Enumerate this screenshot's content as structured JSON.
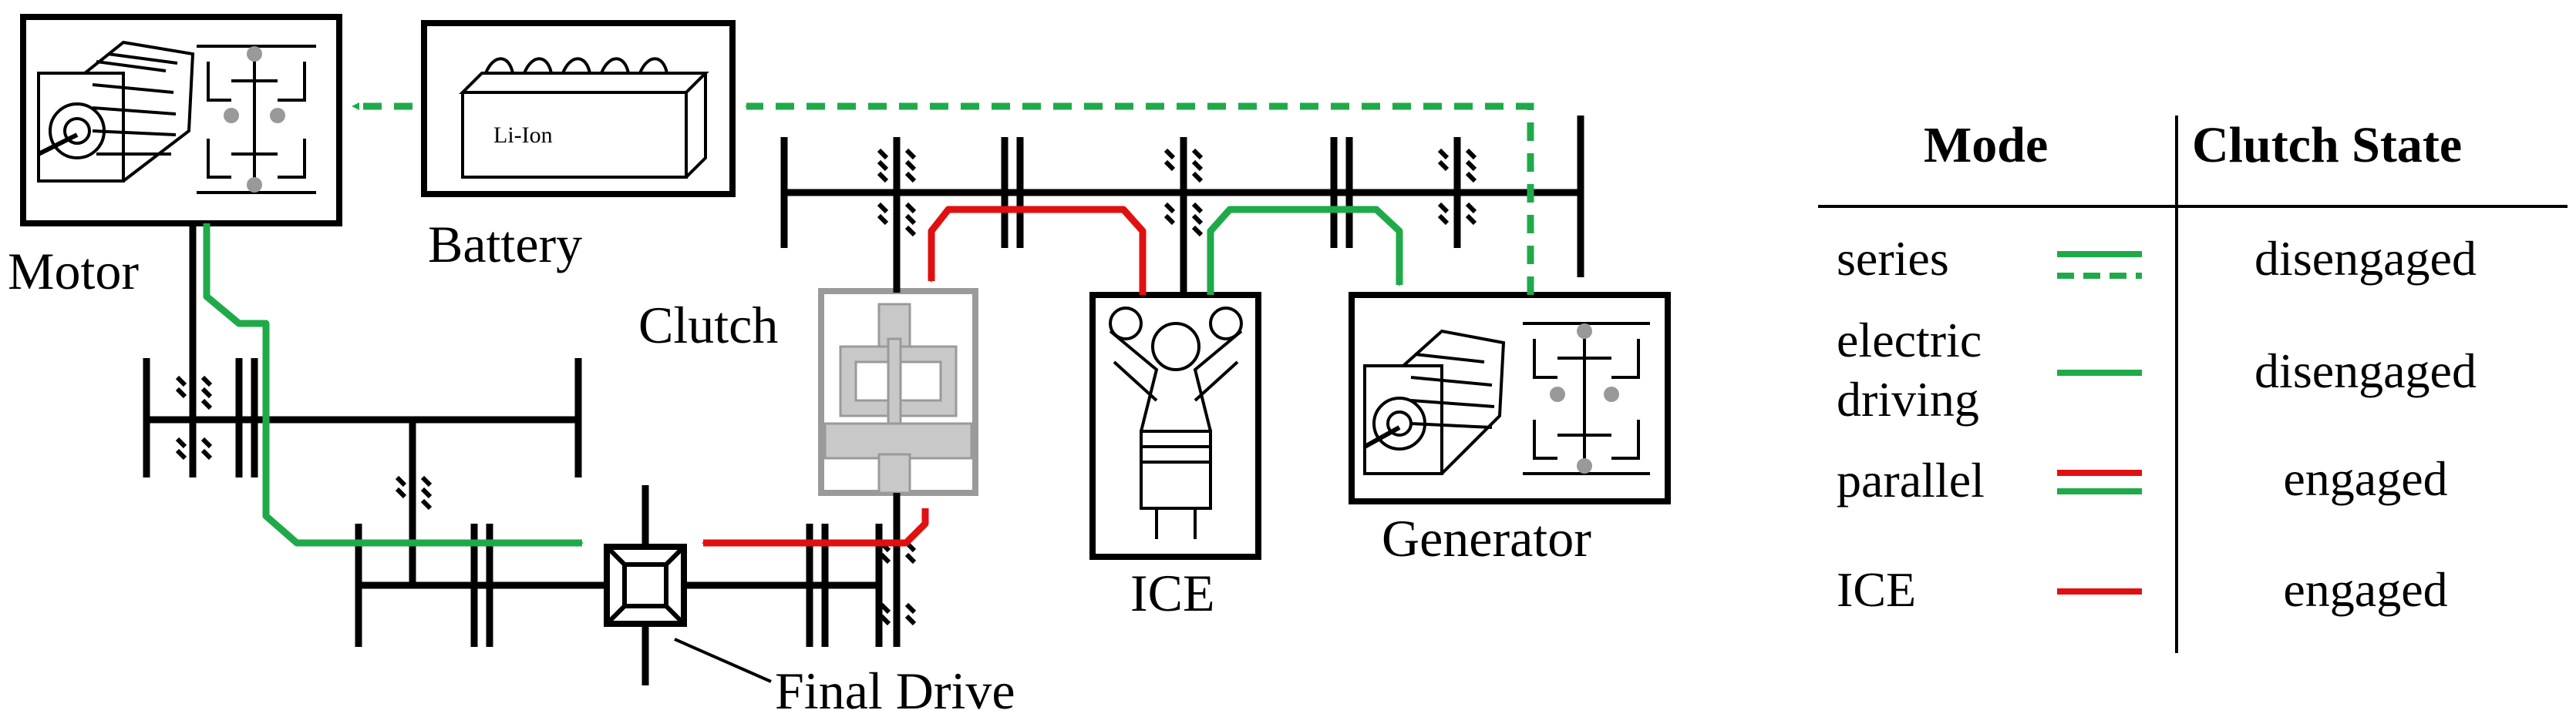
{
  "components": {
    "motor": "Motor",
    "battery": "Battery",
    "battery_marking": "Li-Ion",
    "clutch": "Clutch",
    "ice": "ICE",
    "generator": "Generator",
    "final_drive": "Final Drive"
  },
  "colors": {
    "electric_path": "#1faa4a",
    "ice_path": "#e01010",
    "clutch_gray": "#9a9a9a"
  },
  "table": {
    "headers": {
      "mode": "Mode",
      "clutch_state": "Clutch State"
    },
    "rows": [
      {
        "mode_lines": [
          "series"
        ],
        "legend": "green-double-solid-dashed",
        "clutch_state": "disengaged"
      },
      {
        "mode_lines": [
          "electric",
          "driving"
        ],
        "legend": "green-single",
        "clutch_state": "disengaged"
      },
      {
        "mode_lines": [
          "parallel"
        ],
        "legend": "red-green-double",
        "clutch_state": "engaged"
      },
      {
        "mode_lines": [
          "ICE"
        ],
        "legend": "red-single",
        "clutch_state": "engaged"
      }
    ]
  }
}
